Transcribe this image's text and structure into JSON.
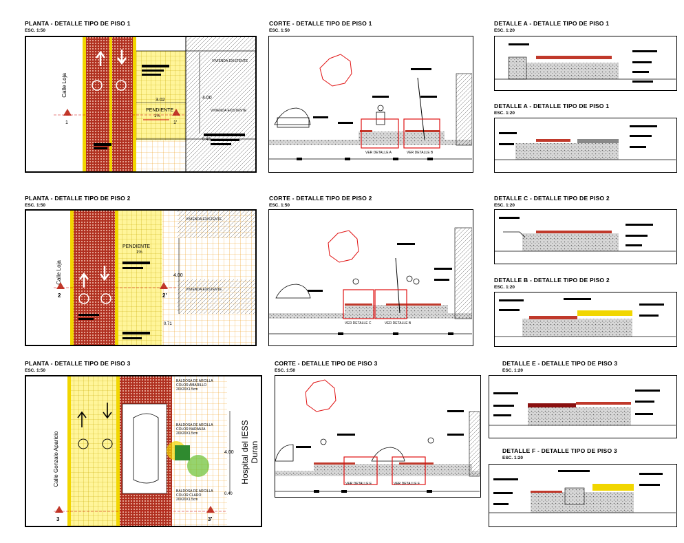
{
  "sheets": [
    {
      "title": "PLANTA - DETALLE TIPO DE PISO 1",
      "scale": "ESC. 1:50"
    },
    {
      "title": "CORTE - DETALLE  TIPO DE PISO  1",
      "scale": "ESC. 1:50"
    },
    {
      "title": "DETALLE A - DETALLE  TIPO DE PISO 1",
      "scale": "ESC. 1:20"
    },
    {
      "title": "DETALLE A - DETALLE  TIPO DE PISO 1",
      "scale": "ESC. 1:20"
    },
    {
      "title": "PLANTA - DETALLE  TIPO DE PISO 2",
      "scale": "ESC. 1:50"
    },
    {
      "title": "CORTE - DETALLE  TIPO DE PISO  2",
      "scale": "ESC. 1:50"
    },
    {
      "title": "DETALLE C - DETALLE  TIPO DE PISO 2",
      "scale": "ESC. 1:20"
    },
    {
      "title": "DETALLE B - DETALLE  TIPO DE PISO 2",
      "scale": "ESC. 1:20"
    },
    {
      "title": "PLANTA - DETALLE  TIPO DE PISO 3",
      "scale": "ESC. 1:50"
    },
    {
      "title": "CORTE - DETALLE  TIPO DE PISO 3",
      "scale": "ESC. 1:50"
    },
    {
      "title": "DETALLE E - DETALLE  TIPO DE PISO 3",
      "scale": "ESC. 1:20"
    },
    {
      "title": "DETALLE F - DETALLE  TIPO DE PISO 3",
      "scale": "ESC. 1:20"
    }
  ],
  "plan1": {
    "street": "Calle Loja",
    "dim_width": "3.02",
    "dim_height": "4.00",
    "dim_small": "0.40",
    "slope_label": "PENDIENTE",
    "slope_value": "1%",
    "housing_top": "VIVIENDA EXISTENTE",
    "housing_mid": "VIVIENDA EXISTENTE",
    "marker_left": "1",
    "marker_right": "1'"
  },
  "plan2": {
    "street": "Calle Loja",
    "dim_height": "4.00",
    "dim_small": "0.71",
    "slope_label": "PENDIENTE",
    "slope_value": "1%",
    "housing_top": "VIVIENDA EXISTENTE",
    "housing_mid": "VIVIENDA EXISTENTE",
    "marker_left": "2",
    "marker_right": "2'"
  },
  "plan3": {
    "street": "Calle Gonzalo Aparicio",
    "building_line1": "Hospital del IESS",
    "building_line2": "Duran",
    "dim_height": "4.00",
    "dim_small": "0.40",
    "tile1_line1": "BALDOSA DE ARCILLA",
    "tile1_line2": "COLOR AMARILLO",
    "tile1_line3": "20X20X1.5cm",
    "tile2_line1": "BALDOSA DE ARCILLA",
    "tile2_line2": "COLOR NARANJA",
    "tile2_line3": "20X20X1.5cm",
    "tile3_line1": "BALDOSA DE ARCILLA",
    "tile3_line2": "COLOR CLARO",
    "tile3_line3": "20X20X1.5cm",
    "marker_left": "3",
    "marker_right": "3'"
  },
  "section1": {
    "ref_left": "VER DETALLE A",
    "ref_right": "VER DETALLE B"
  },
  "section2": {
    "ref_left": "VER DETALLE C",
    "ref_right": "VER DETALLE B"
  },
  "section3": {
    "ref_left": "VER DETALLE E",
    "ref_right": "VER DETALLE F"
  },
  "colors": {
    "brick": "#c0392b",
    "yellow": "#f1d600",
    "red_outline": "#e01010",
    "hatch": "#444444"
  }
}
